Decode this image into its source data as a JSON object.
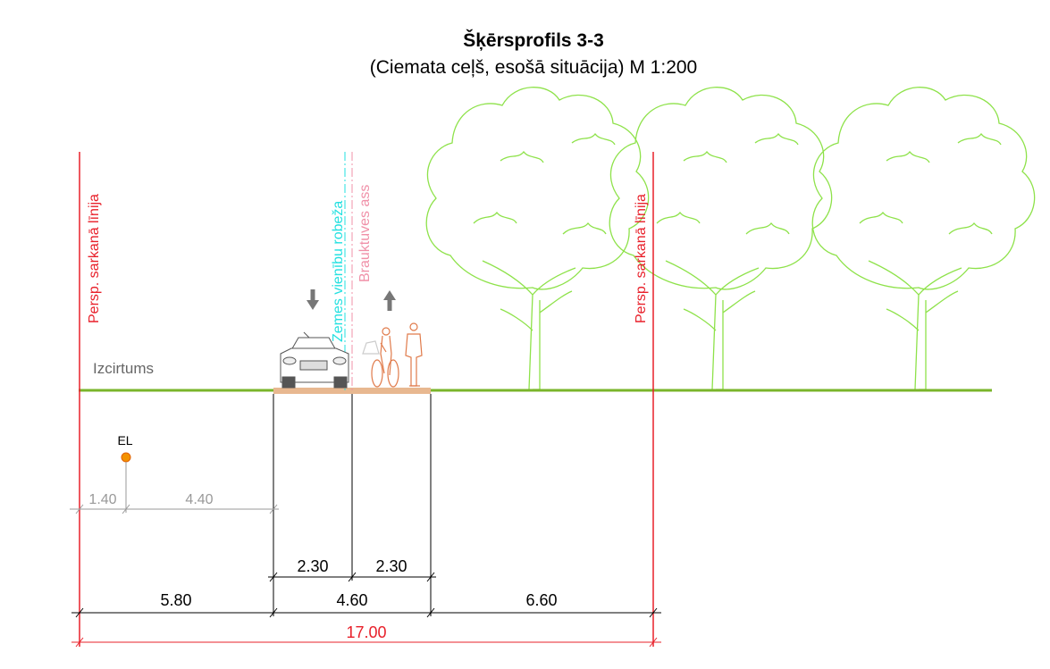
{
  "title": "Šķērsprofils 3-3",
  "subtitle": "(Ciemata ceļš, esošā situācija) M 1:200",
  "labels": {
    "red_line_left": "Persp. sarkanā līnija",
    "red_line_right": "Persp. sarkanā līnija",
    "land_boundary": "Zemes vienību robeža",
    "road_axis": "Brauktuves ass",
    "clearing": "Izcirtums",
    "el": "EL"
  },
  "dimensions": {
    "el_offset": "1.40",
    "el_to_road": "4.40",
    "lane_left": "2.30",
    "lane_right": "2.30",
    "left_zone": "5.80",
    "roadway": "4.60",
    "right_zone": "6.60",
    "total": "17.00"
  },
  "colors": {
    "red_line": "#e8202a",
    "land_boundary": "#22e0e0",
    "road_axis": "#f090a8",
    "ground": "#7ab52a",
    "trees": "#8ee24a",
    "road_surface": "#e8b890",
    "pedestrians": "#e07a4a",
    "el_point": "#f39200",
    "arrow": "#777777",
    "dim_gray": "#999999"
  },
  "icons": {
    "direction_down": "arrow-down-icon",
    "direction_up": "arrow-up-icon",
    "car": "car-icon",
    "cyclist": "cyclist-icon",
    "pedestrian": "pedestrian-icon",
    "tree": "tree-icon"
  }
}
